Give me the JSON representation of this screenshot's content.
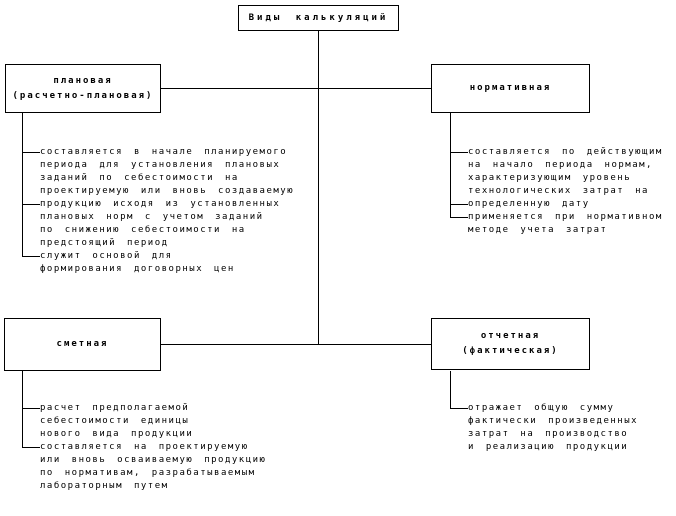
{
  "title": "Виды калькуляций",
  "branches": [
    {
      "id": "planned",
      "label": "плановая\n(расчетно-плановая)",
      "bullets": [
        "составляется в начале планируемого\nпериода для установления плановых\nзаданий по себестоимости на\nпроектируемую или вновь создаваемую",
        "продукцию исходя из установленных\nплановых норм с учетом заданий\nпо снижению себестоимости на\nпредстоящий период",
        "служит основой для\nформирования договорных цен"
      ]
    },
    {
      "id": "normative",
      "label": "нормативная",
      "bullets": [
        "составляется по действующим\nна начало периода нормам,\nхарактеризующим уровень\nтехнологических затрат на",
        "определенную дату",
        "применяется при нормативном\nметоде учета затрат"
      ]
    },
    {
      "id": "estimate",
      "label": "сметная",
      "bullets": [
        "расчет предполагаемой\nсебестоимости единицы\nнового вида продукции",
        "составляется на проектируемую\nили вновь осваиваемую продукцию\nпо нормативам, разрабатываемым\nлабораторным путем"
      ]
    },
    {
      "id": "reporting",
      "label": "отчетная\n(фактическая)",
      "bullets": [
        "отражает общую сумму\nфактически произведенных\nзатрат на производство\nи реализацию продукции"
      ]
    }
  ],
  "colors": {
    "line": "#000000",
    "background": "#ffffff",
    "text": "#000000"
  }
}
